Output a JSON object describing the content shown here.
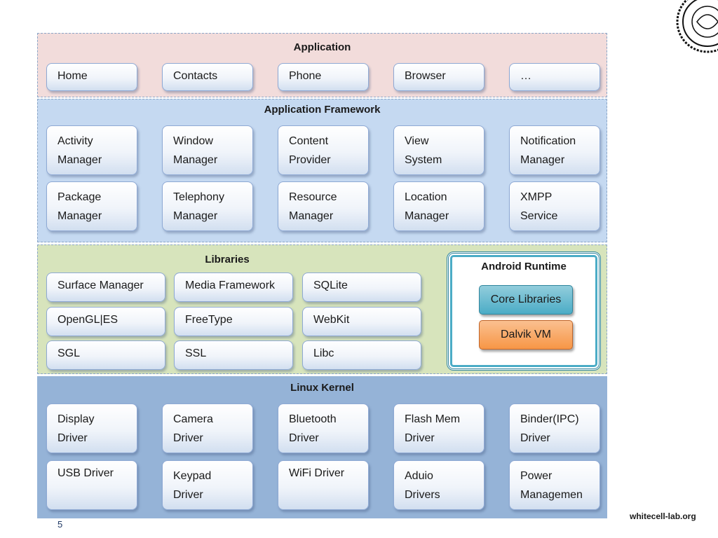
{
  "layers": {
    "application": {
      "title": "Application",
      "items": [
        "Home",
        "Contacts",
        "Phone",
        "Browser",
        "…"
      ]
    },
    "framework": {
      "title": "Application Framework",
      "items": [
        "Activity\nManager",
        "Window\nManager",
        "Content\nProvider",
        "View\nSystem",
        "Notification\nManager",
        "Package\nManager",
        "Telephony\nManager",
        "Resource\nManager",
        "Location\nManager",
        "XMPP\nService"
      ]
    },
    "libraries": {
      "title": "Libraries",
      "items": [
        "Surface Manager",
        "Media Framework",
        "SQLite",
        "OpenGL|ES",
        "FreeType",
        "WebKit",
        "SGL",
        "SSL",
        "Libc"
      ]
    },
    "runtime": {
      "title": "Android Runtime",
      "core": "Core Libraries",
      "vm": "Dalvik VM"
    },
    "kernel": {
      "title": "Linux Kernel",
      "items": [
        "Display\nDriver",
        "Camera\nDriver",
        "Bluetooth\nDriver",
        "Flash Mem\n Driver",
        "Binder(IPC)\nDriver",
        "USB Driver",
        "Keypad\nDriver",
        "WiFi Driver",
        "Aduio\nDrivers",
        "Power\nManagemen"
      ]
    }
  },
  "footer": {
    "page_number": "5",
    "site": "whitecell-lab.org"
  },
  "colors": {
    "application_bg": "#f2dcdb",
    "framework_bg": "#c5d9f1",
    "libraries_bg": "#d7e4bc",
    "kernel_bg": "#95b3d7",
    "core_libraries": "#4bacc6",
    "dalvik_vm": "#f79646"
  },
  "icons": {
    "logo": "whitecell-seal-logo"
  }
}
